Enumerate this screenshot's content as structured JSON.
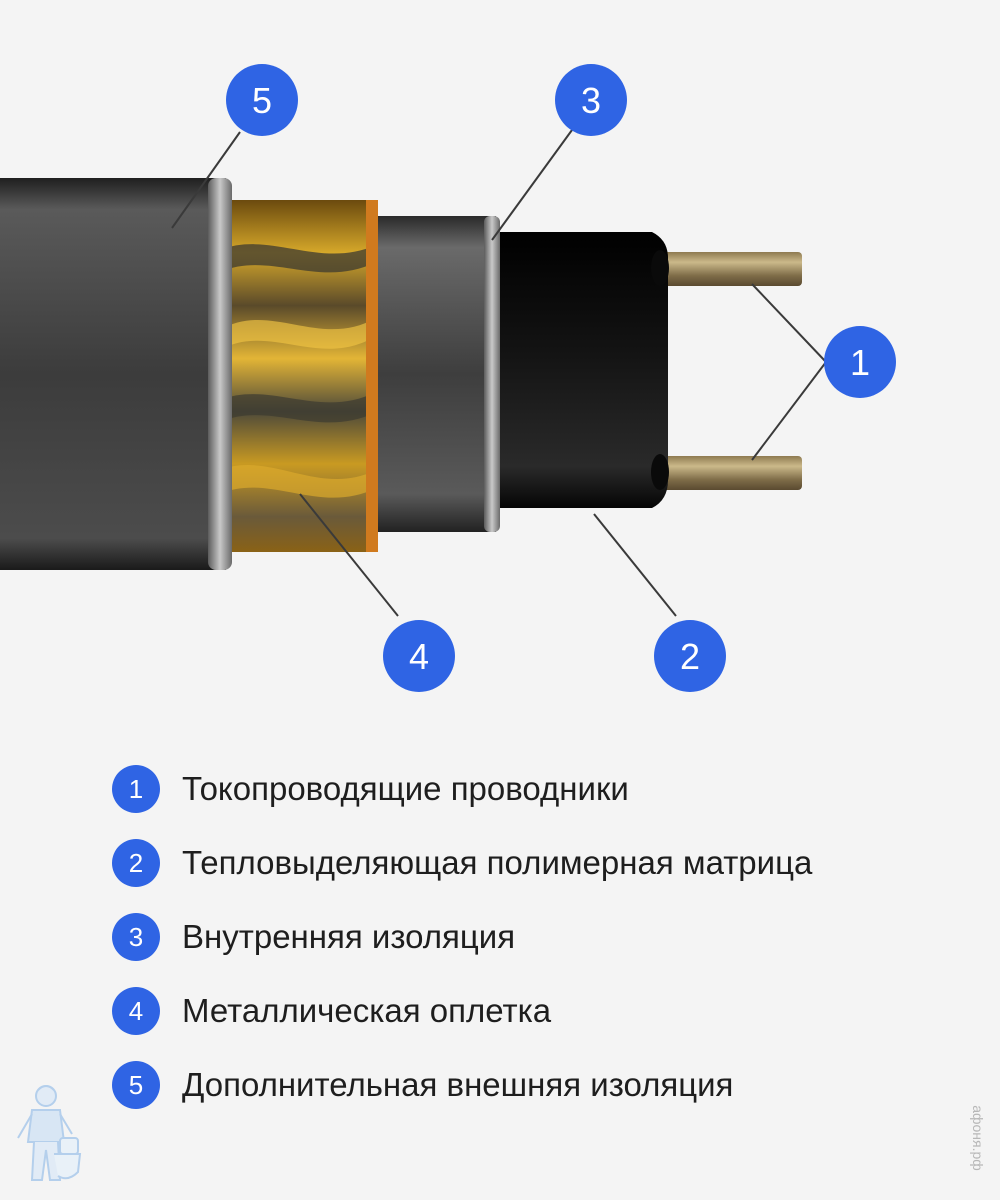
{
  "callouts": [
    {
      "number": "1",
      "label": "Токопроводящие проводники"
    },
    {
      "number": "2",
      "label": "Тепловыделяющая полимерная матрица"
    },
    {
      "number": "3",
      "label": "Внутренняя изоляция"
    },
    {
      "number": "4",
      "label": "Металлическая оплетка"
    },
    {
      "number": "5",
      "label": "Дополнительная внешняя изоляция"
    }
  ],
  "watermark": "афоня.рф",
  "colors": {
    "badge": "#2f64e4",
    "background": "#f4f4f4",
    "outer_jacket": "#3b3b3b",
    "braid": "#c89a1e",
    "inner_insulation": "#4a4a4a",
    "matrix": "#0e0e0e",
    "conductor": "#b9a06c"
  },
  "icons": [
    "plumber-mascot-logo"
  ]
}
